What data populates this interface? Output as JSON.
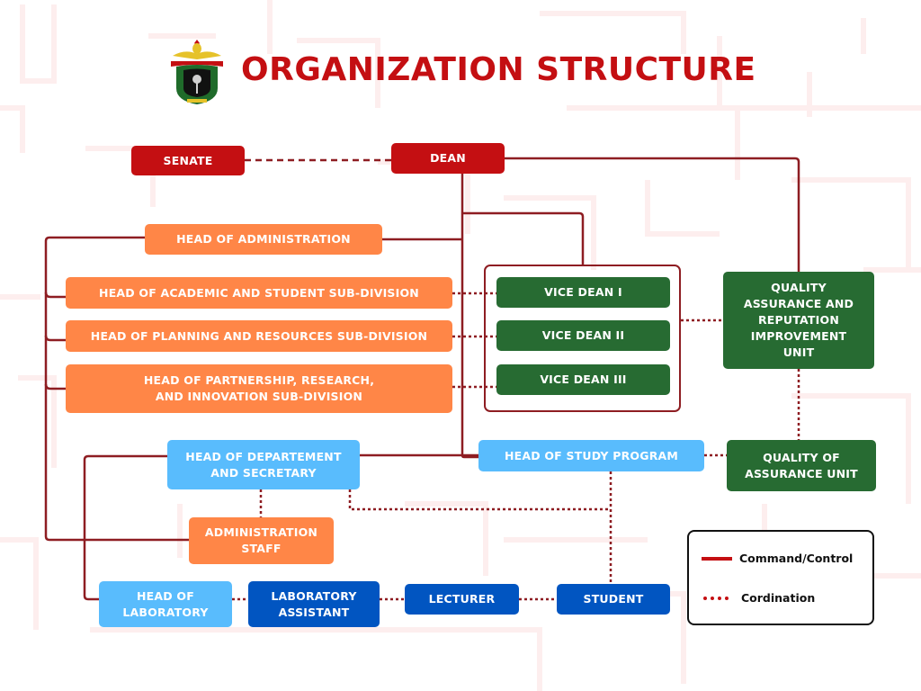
{
  "header": {
    "title": "ORGANIZATION STRUCTURE",
    "logo_icon": "university-crest-icon"
  },
  "colors": {
    "red": "#c40f12",
    "orange": "#ff8647",
    "green": "#276b32",
    "light_blue": "#59bcfd",
    "blue": "#0155c1",
    "connector": "#8e1d22"
  },
  "nodes": {
    "senate": "SENATE",
    "dean": "DEAN",
    "head_admin": "HEAD OF ADMINISTRATION",
    "head_academic": "HEAD OF ACADEMIC AND STUDENT SUB-DIVISION",
    "head_planning": "HEAD OF PLANNING AND RESOURCES SUB-DIVISION",
    "head_partnership": "HEAD OF PARTNERSHIP, RESEARCH,\nAND INNOVATION SUB-DIVISION",
    "vice_dean_1": "VICE DEAN I",
    "vice_dean_2": "VICE DEAN II",
    "vice_dean_3": "VICE DEAN III",
    "qa_reputation": "QUALITY\nASSURANCE AND\nREPUTATION\nIMPROVEMENT\nUNIT",
    "head_department": "HEAD OF DEPARTEMENT\nAND SECRETARY",
    "head_study_program": "HEAD OF STUDY PROGRAM",
    "quality_assurance_unit": "QUALITY OF\nASSURANCE UNIT",
    "admin_staff": "ADMINISTRATION\nSTAFF",
    "head_laboratory": "HEAD OF\nLABORATORY",
    "lab_assistant": "LABORATORY\nASSISTANT",
    "lecturer": "LECTURER",
    "student": "STUDENT"
  },
  "legend": {
    "command": "Command/Control",
    "coordination": "Cordination"
  }
}
